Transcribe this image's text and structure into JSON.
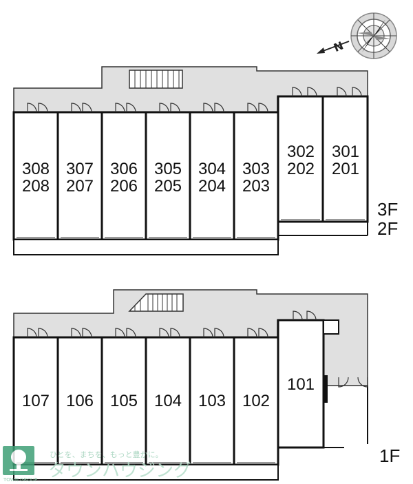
{
  "floors": {
    "upper": {
      "label_top": "3F",
      "label_bottom": "2F",
      "units": [
        {
          "top": "308",
          "bottom": "208"
        },
        {
          "top": "307",
          "bottom": "207"
        },
        {
          "top": "306",
          "bottom": "206"
        },
        {
          "top": "305",
          "bottom": "205"
        },
        {
          "top": "304",
          "bottom": "204"
        },
        {
          "top": "303",
          "bottom": "203"
        },
        {
          "top": "302",
          "bottom": "202"
        },
        {
          "top": "301",
          "bottom": "201"
        }
      ]
    },
    "ground": {
      "label": "1F",
      "units": [
        "107",
        "106",
        "105",
        "104",
        "103",
        "102",
        "101"
      ]
    }
  },
  "compass": {
    "letter": "N",
    "icon": "compass-rose-icon"
  },
  "watermark": {
    "tagline": "ひとを、まちを、もっと豊かに。",
    "name": "タウンハウジング",
    "group": "TOWN GROUP"
  }
}
